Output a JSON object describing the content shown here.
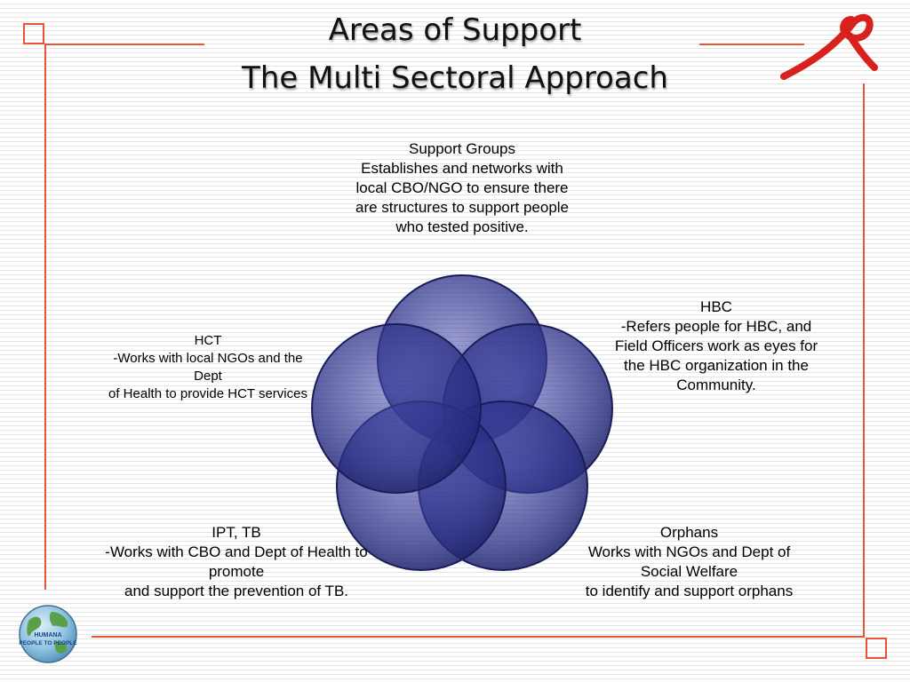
{
  "title": {
    "line1": "Areas of Support",
    "line2": "The Multi Sectoral Approach"
  },
  "areas": {
    "support_groups": {
      "heading": "Support Groups",
      "lines": [
        "Establishes and networks with",
        "local CBO/NGO to ensure there",
        "are structures to support people",
        "who tested positive."
      ]
    },
    "hbc": {
      "heading": "HBC",
      "lines": [
        "-Refers people for HBC, and",
        "Field Officers work as eyes for",
        "the HBC organization in the",
        "Community."
      ]
    },
    "hct": {
      "heading": "HCT",
      "lines": [
        "-Works with local NGOs and the",
        "Dept",
        "of Health to provide HCT services"
      ]
    },
    "ipt_tb": {
      "heading": "IPT, TB",
      "lines": [
        "-Works with CBO and Dept of Health to",
        "promote",
        "and support the prevention of TB."
      ]
    },
    "orphans": {
      "heading": "Orphans",
      "lines": [
        "Works with NGOs and Dept of",
        "Social Welfare",
        "to identify and support orphans"
      ]
    }
  },
  "logo": {
    "line1": "HUMANA",
    "line2": "PEOPLE TO PEOPLE"
  },
  "colors": {
    "circle_fill": "#2b2f84",
    "circle_stroke": "#1a1d5a",
    "frame_accent": "#e8562f",
    "ribbon": "#d8201c"
  },
  "icons": {
    "ribbon": "red-awareness-ribbon",
    "logo": "globe-logo"
  }
}
